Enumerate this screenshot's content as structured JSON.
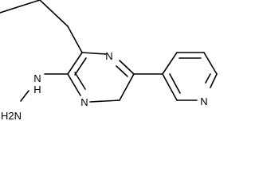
{
  "molecule": {
    "atom_labels": {
      "n_ring_top": "N",
      "n_ring_bottom": "N",
      "n_pyridine": "N",
      "hydrazine_nh": "N",
      "hydrazine_h": "H",
      "hydrazine_nh2": "H2N"
    },
    "bond_color": "#000000"
  }
}
